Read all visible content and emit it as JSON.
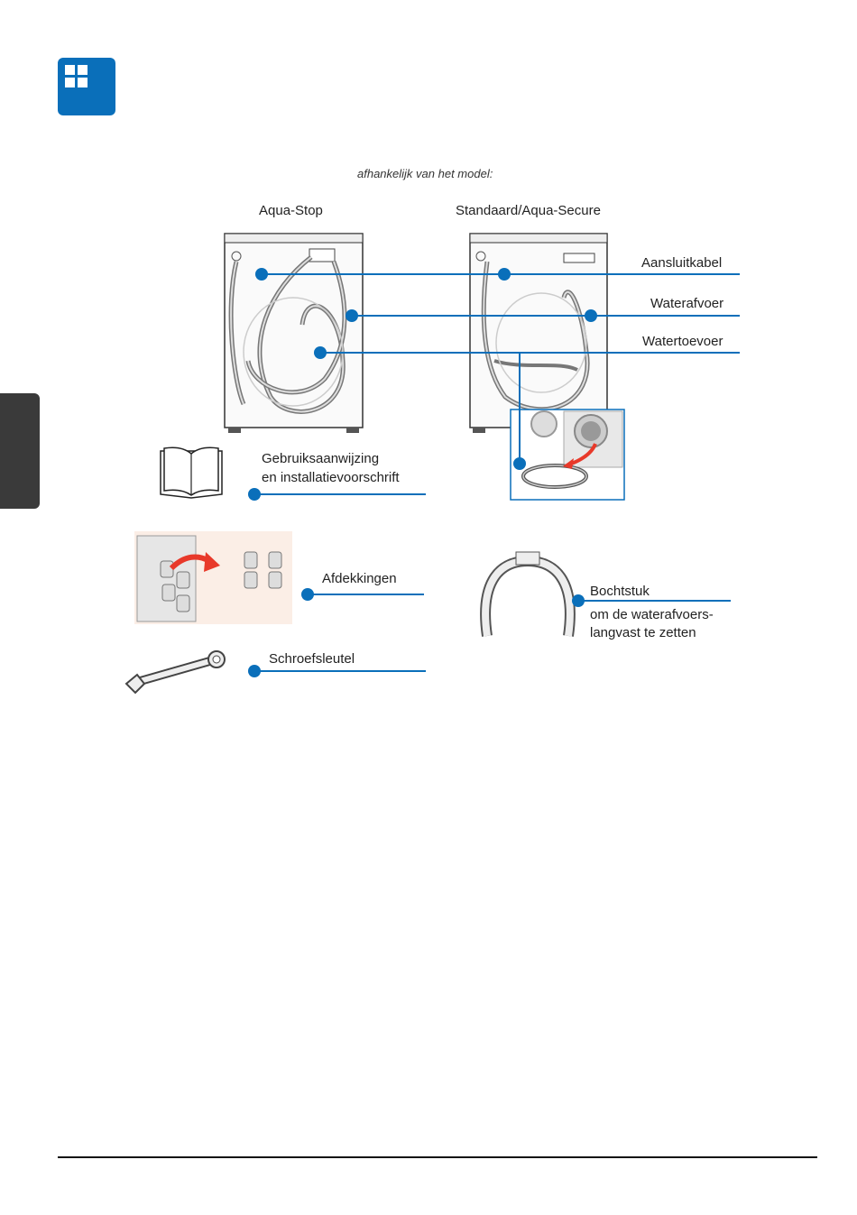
{
  "header": {
    "section_icon": "grid-icon",
    "model_note": "afhankelijk van het model:"
  },
  "machines": {
    "left_title": "Aqua-Stop",
    "right_title": "Standaard/Aqua-Secure"
  },
  "parts": {
    "aansluitkabel": "Aansluitkabel",
    "waterafvoer": "Waterafvoer",
    "watertoevoer": "Watertoevoer",
    "manual_line1": "Gebruiksaanwijzing",
    "manual_line2": "en installatievoorschrift",
    "afdekkingen": "Afdekkingen",
    "schroefsleutel": "Schroefsleutel",
    "bochtstuk": "Bochtstuk",
    "bochtstuk_desc1": "om de waterafvoers-",
    "bochtstuk_desc2": "langvast te zetten"
  },
  "colors": {
    "accent": "#0a6fba",
    "side_tab": "#3a3a3a",
    "arrow_red": "#e8392a"
  }
}
